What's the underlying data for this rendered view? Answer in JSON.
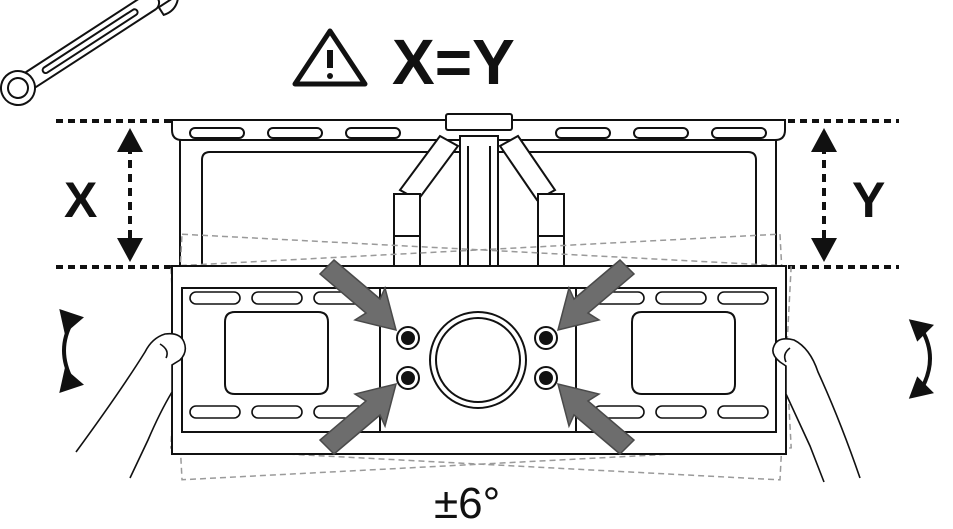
{
  "title": {
    "text": "X=Y"
  },
  "labels": {
    "left": "X",
    "right": "Y",
    "angle": "±6°"
  },
  "icons": {
    "wrench": "wrench-icon",
    "warning": "warning-triangle-icon",
    "arrow": "gray-arrow-icon",
    "rotate": "rotate-arrow-icon"
  },
  "colors": {
    "ink": "#111111",
    "arrow": "#6d6d6d",
    "ghost": "#9a9a9a"
  }
}
